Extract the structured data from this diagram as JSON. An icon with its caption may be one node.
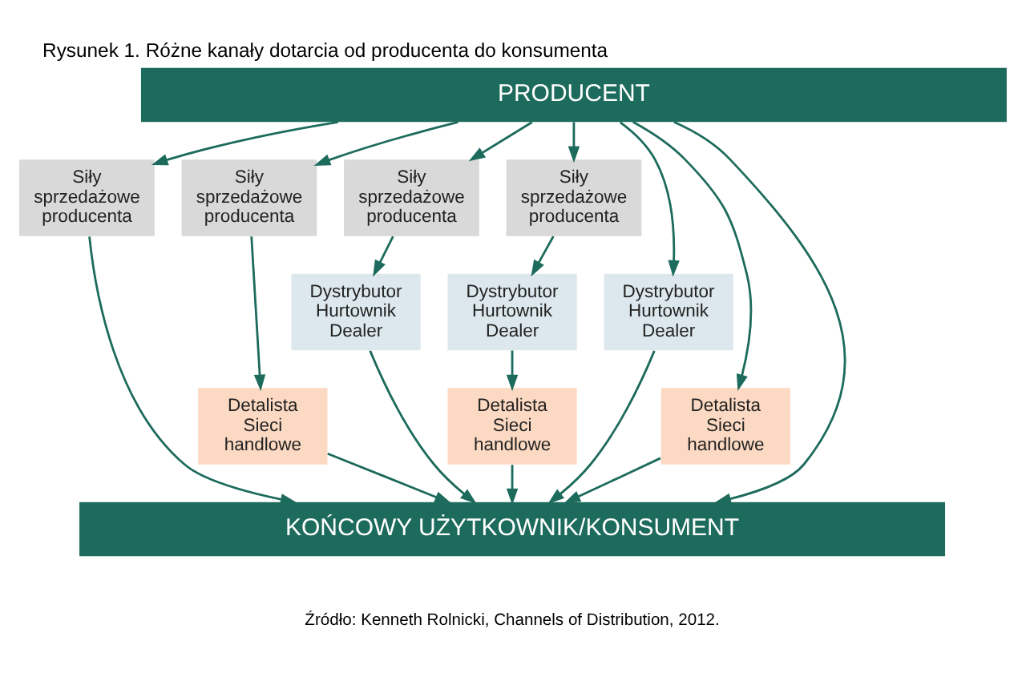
{
  "diagram": {
    "title": "Rysunek 1. Różne kanały dotarcia od producenta do konsumenta",
    "caption": "Źródło: Kenneth Rolnicki, Channels of Distribution, 2012.",
    "nodes": [
      {
        "text": [
          "PRODUCENT"
        ]
      },
      {
        "text": [
          "Siły sprzedażowe producenta"
        ]
      },
      {
        "text": [
          "Siły sprzedażowe producenta"
        ]
      },
      {
        "text": [
          "Siły sprzedażowe producenta"
        ]
      },
      {
        "text": [
          "Siły sprzedażowe producenta"
        ]
      },
      {
        "text": [
          "Dystrybutor Hurtownik Dealer"
        ]
      },
      {
        "text": [
          "Dystrybutor Hurtownik Dealer"
        ]
      },
      {
        "text": [
          "Dystrybutor Hurtownik Dealer"
        ]
      },
      {
        "text": [
          "Detalista Sieci handlowe"
        ]
      },
      {
        "text": [
          "Detalista Sieci handlowe"
        ]
      },
      {
        "text": [
          "Detalista Sieci handlowe"
        ]
      },
      {
        "text": [
          "KOŃCOWY UŻYTKOWNIK/KONSUMENT"
        ]
      }
    ],
    "edges": [
      {
        "from": 0,
        "to": 11,
        "arrow": "to"
      },
      {
        "from": 0,
        "to": 1,
        "arrow": "to"
      },
      {
        "from": 1,
        "to": 11,
        "arrow": "to"
      },
      {
        "from": 0,
        "to": 8,
        "arrow": "to"
      },
      {
        "from": 8,
        "to": 11,
        "arrow": "to"
      },
      {
        "from": 0,
        "to": 2,
        "arrow": "to"
      },
      {
        "from": 2,
        "to": 9,
        "arrow": "to"
      },
      {
        "from": 9,
        "to": 11,
        "arrow": "to"
      },
      {
        "from": 0,
        "to": 5,
        "arrow": "to"
      },
      {
        "from": 5,
        "to": 11,
        "arrow": "to"
      },
      {
        "from": 0,
        "to": 3,
        "arrow": "to"
      },
      {
        "from": 3,
        "to": 6,
        "arrow": "to"
      },
      {
        "from": 6,
        "to": 11,
        "arrow": "to"
      },
      {
        "from": 0,
        "to": 4,
        "arrow": "to"
      },
      {
        "from": 4,
        "to": 7,
        "arrow": "to"
      },
      {
        "from": 7,
        "to": 10,
        "arrow": "to"
      },
      {
        "from": 10,
        "to": 11,
        "arrow": "to"
      }
    ]
  }
}
